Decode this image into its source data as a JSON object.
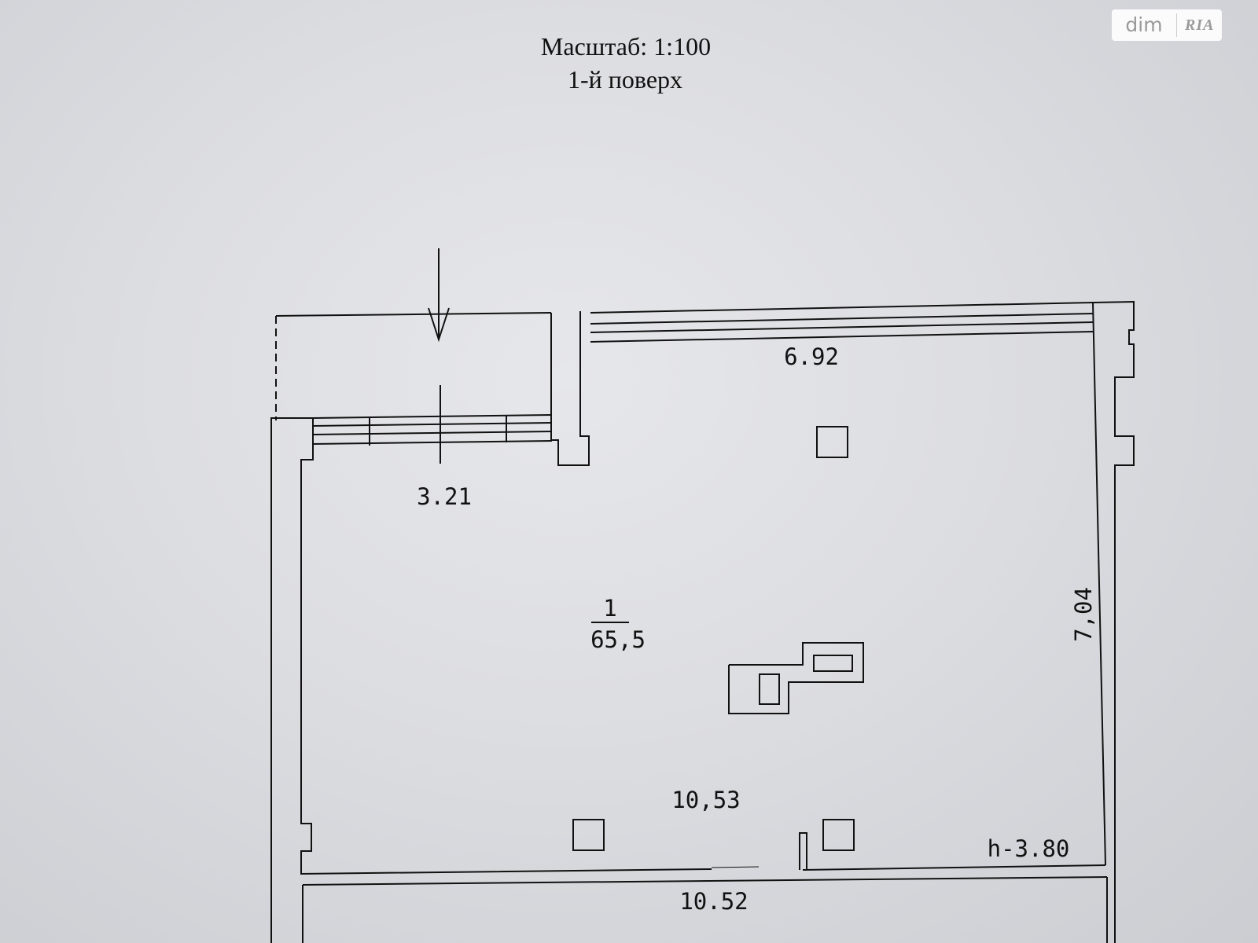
{
  "header": {
    "scale": "Масштаб: 1:100",
    "floor": "1-й поверх"
  },
  "watermark": {
    "brand": "dim",
    "sub": "RIA"
  },
  "plan": {
    "dim_top_right": "6.92",
    "dim_top_left": "3.21",
    "dim_right": "7,04",
    "dim_bottom_inner": "10,53",
    "dim_bottom_outer": "10.52",
    "height_note": "h-3.80",
    "room_number": "1",
    "room_area": "65,5"
  }
}
